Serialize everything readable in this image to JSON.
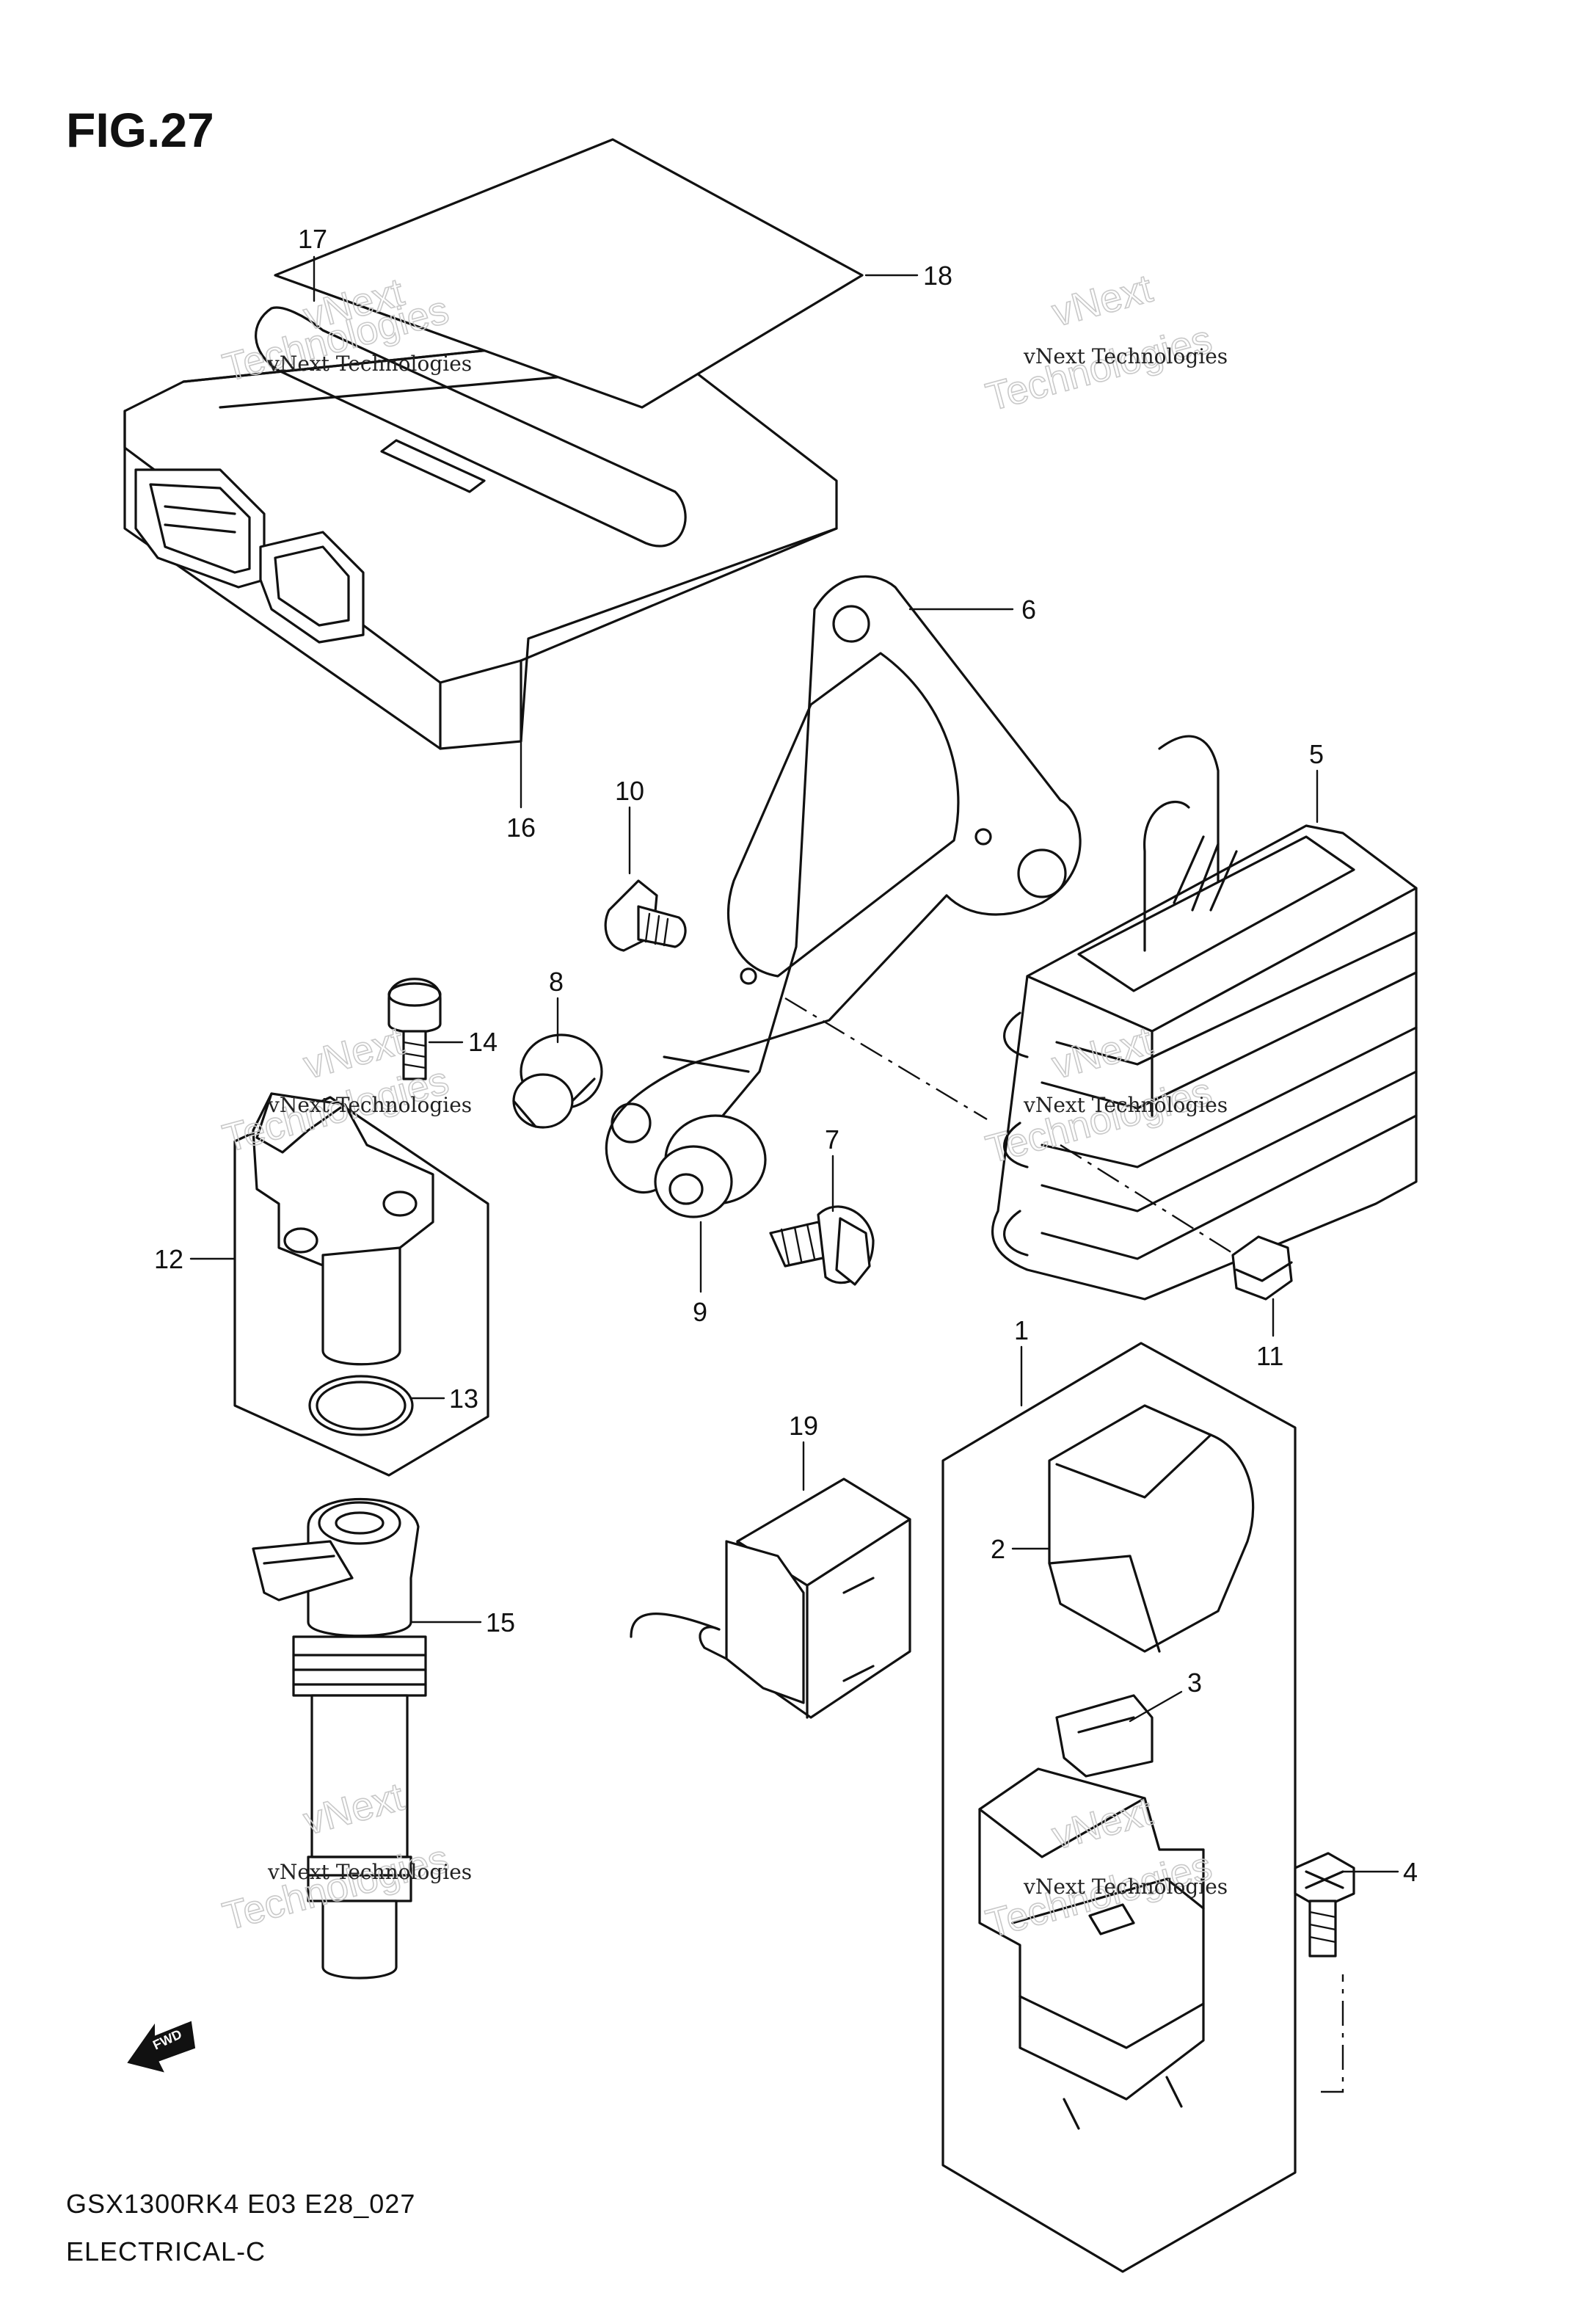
{
  "figure_label": "FIG.27",
  "footer": {
    "model_code": "GSX1300RK4 E03 E28_027",
    "section": "ELECTRICAL-C"
  },
  "watermark": {
    "company": "vNext Technologies",
    "word1": "vNext",
    "word2": "Technologies"
  },
  "fwd_arrow_label": "FWD",
  "callouts": [
    "1",
    "2",
    "3",
    "4",
    "5",
    "6",
    "7",
    "8",
    "9",
    "10",
    "11",
    "12",
    "13",
    "14",
    "15",
    "16",
    "17",
    "18",
    "19"
  ]
}
